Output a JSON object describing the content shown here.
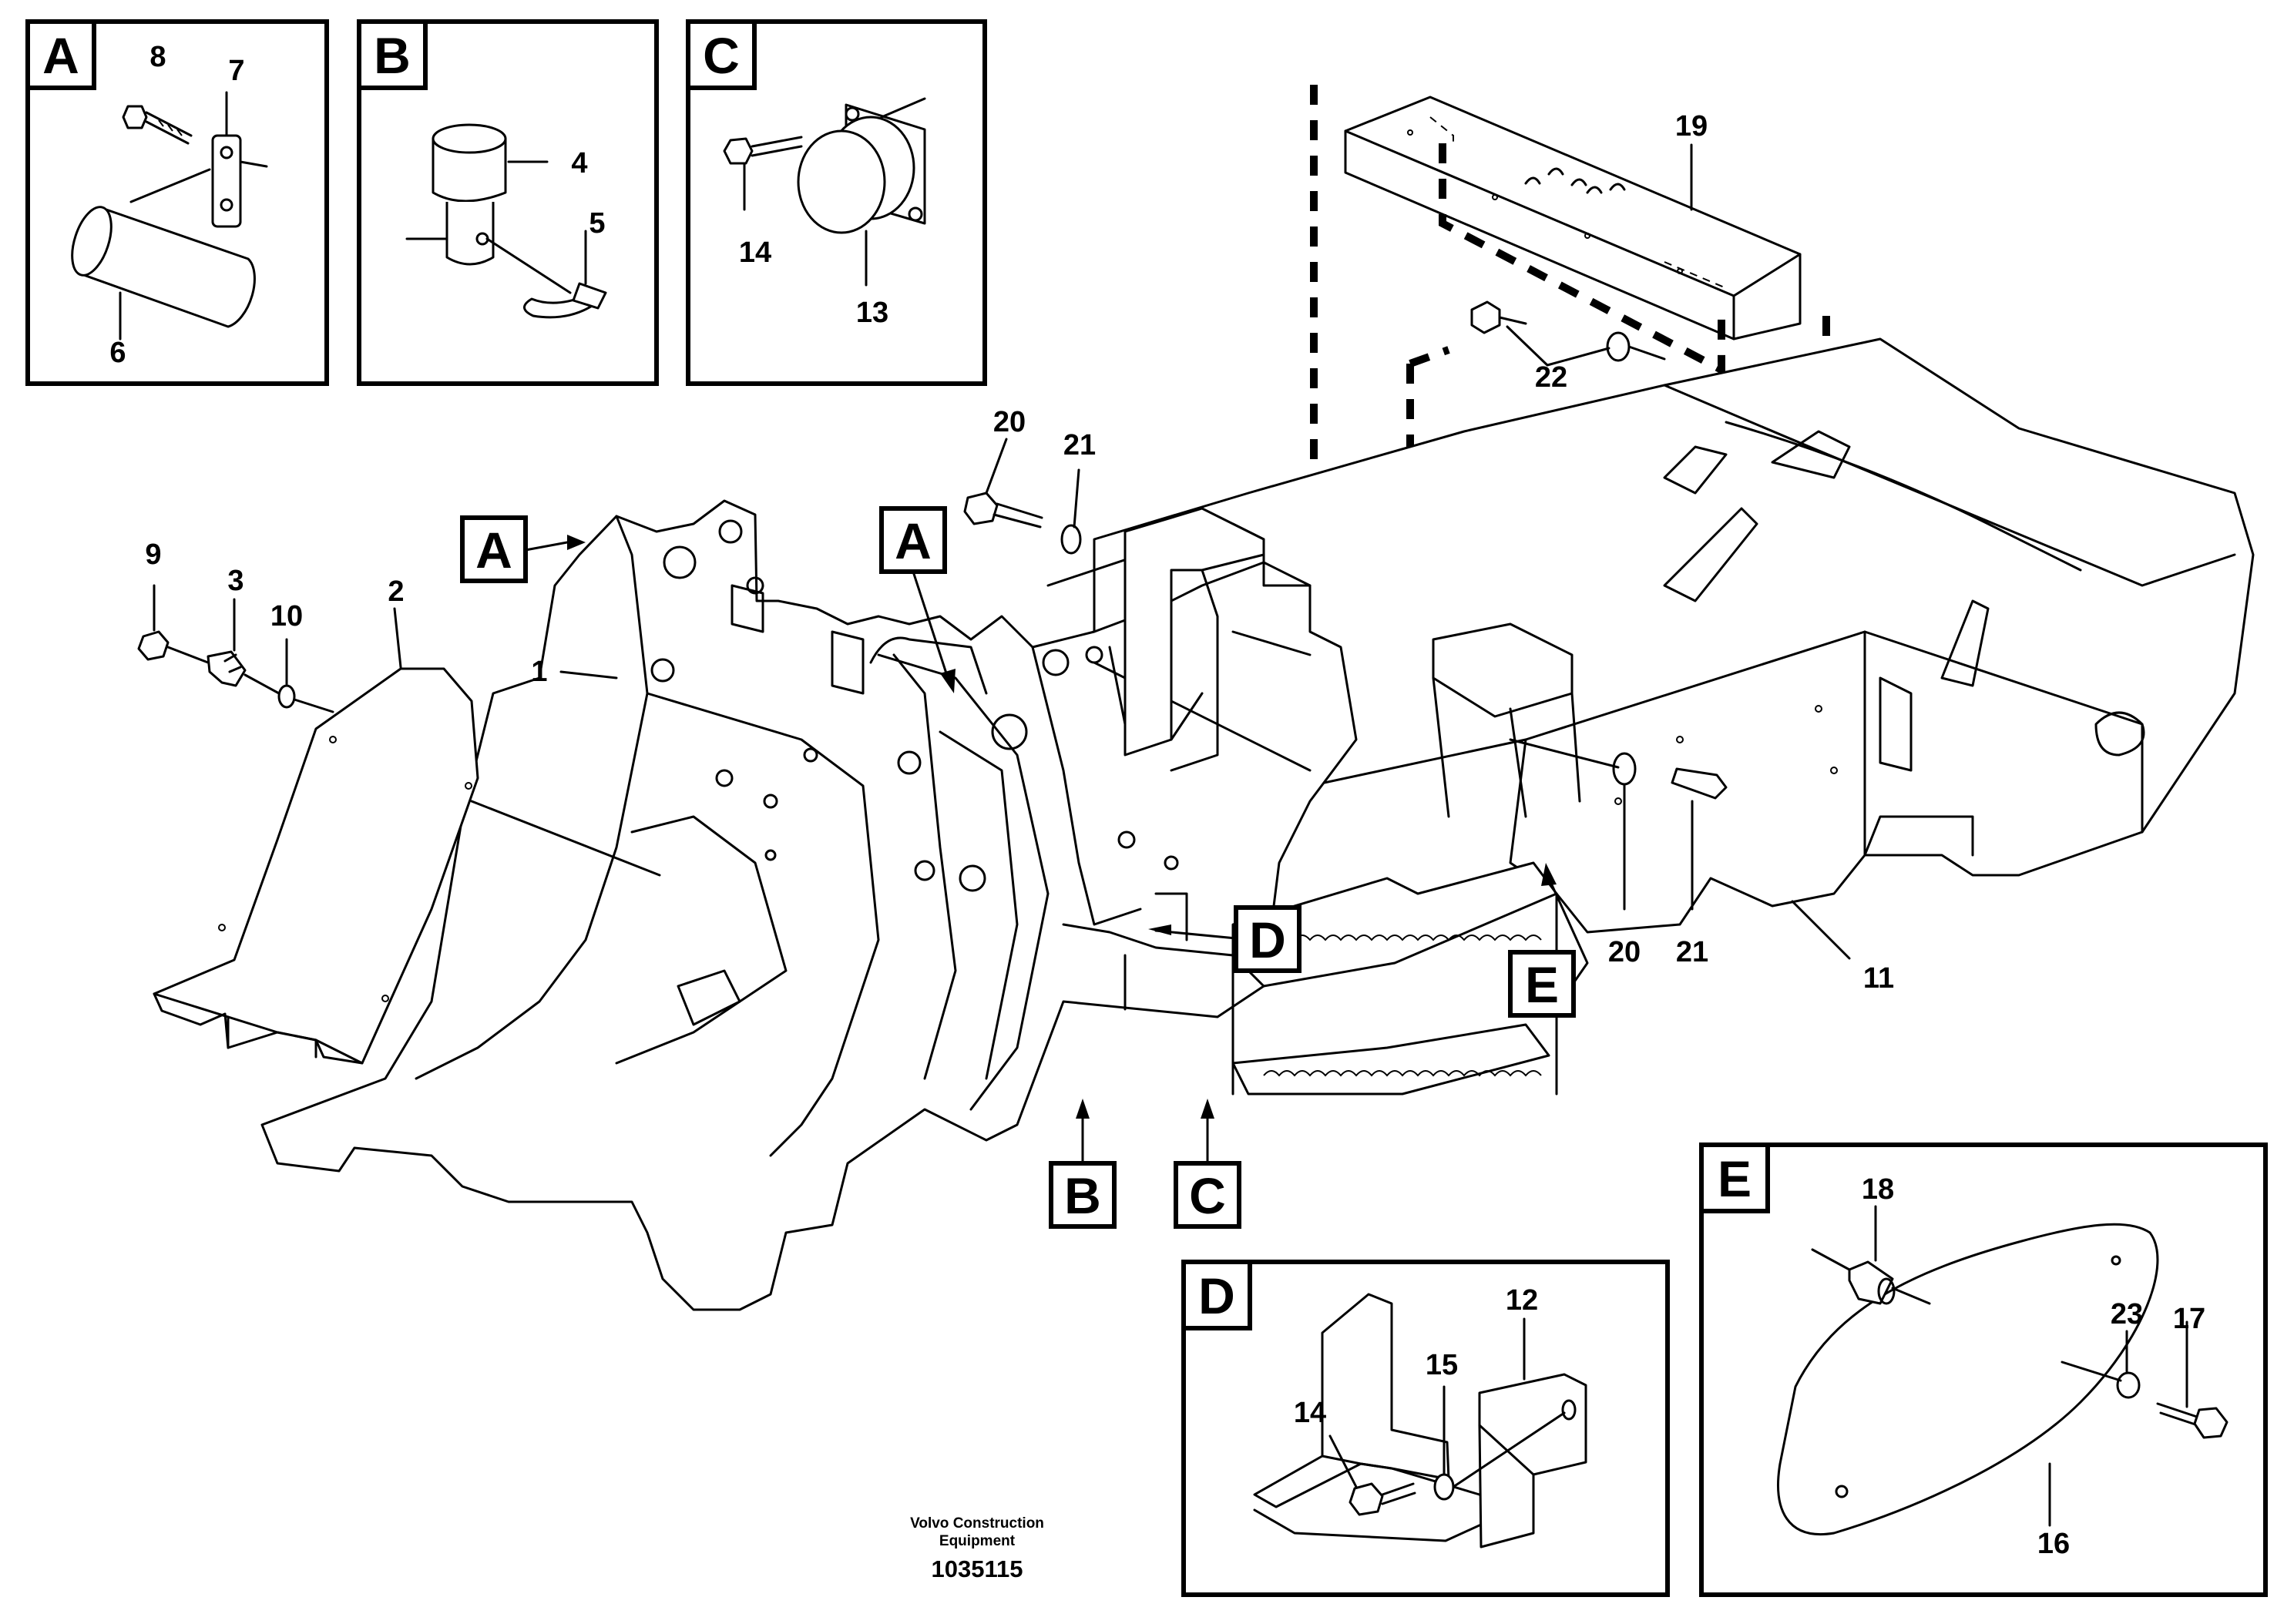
{
  "insets": {
    "A": {
      "letter": "A",
      "numbers": [
        "8",
        "7",
        "6"
      ]
    },
    "B": {
      "letter": "B",
      "numbers": [
        "4",
        "5"
      ]
    },
    "C": {
      "letter": "C",
      "numbers": [
        "14",
        "13"
      ]
    },
    "D": {
      "letter": "D",
      "numbers": [
        "12",
        "15",
        "14"
      ]
    },
    "E": {
      "letter": "E",
      "numbers": [
        "18",
        "23",
        "17",
        "16"
      ]
    }
  },
  "callouts": {
    "main_A1": "A",
    "main_A2": "A",
    "main_B": "B",
    "main_C": "C",
    "main_D": "D",
    "main_E": "E"
  },
  "part_numbers": {
    "n1": "1",
    "n2": "2",
    "n3": "3",
    "n9": "9",
    "n10": "10",
    "n11": "11",
    "n19": "19",
    "n20a": "20",
    "n21a": "21",
    "n22": "22",
    "n20b": "20",
    "n21b": "21"
  },
  "credit": {
    "line1": "Volvo Construction",
    "line2": "Equipment"
  },
  "drawing_number": "1035115"
}
